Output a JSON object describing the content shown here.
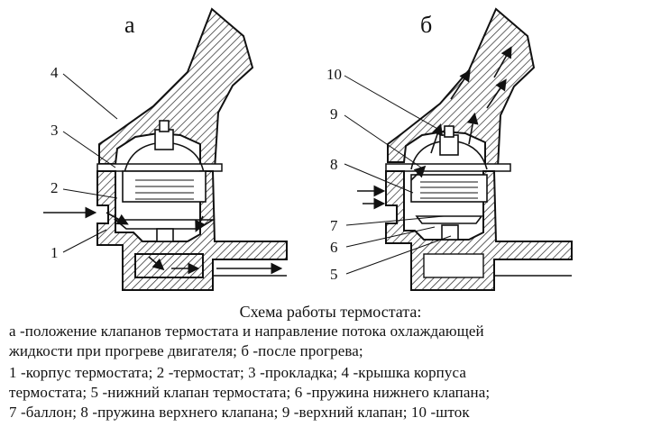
{
  "figure": {
    "panel_a_label": "а",
    "panel_b_label": "б",
    "callouts_a": [
      "4",
      "3",
      "2",
      "1"
    ],
    "callouts_b": [
      "10",
      "9",
      "8",
      "7",
      "6",
      "5"
    ]
  },
  "caption": {
    "title": "Схема работы термостата:",
    "line1": "а -положение клапанов термостата и направление потока охлаждающей",
    "line2": "жидкости при прогреве двигателя; б -после прогрева;",
    "line3": "1 -корпус термостата; 2 -термостат; 3 -прокладка; 4 -крышка корпуса",
    "line4": "термостата; 5 -нижний клапан термостата; 6 -пружина нижнего клапана;",
    "line5": "7 -баллон; 8 -пружина верхнего клапана; 9 -верхний клапан; 10 -шток"
  }
}
